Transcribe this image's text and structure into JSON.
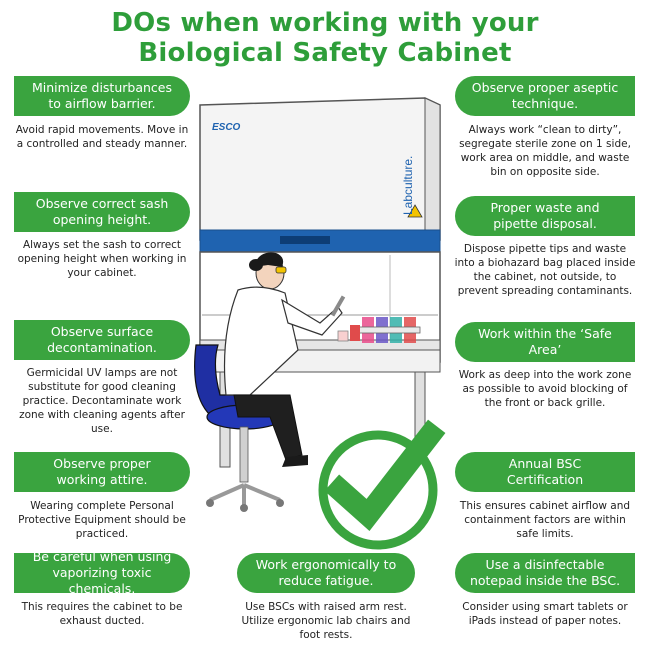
{
  "title": {
    "line1": "DOs when working with your",
    "line2": "Biological Safety Cabinet"
  },
  "cabinet": {
    "brand": "ESCO",
    "model": "Labculture."
  },
  "tips": [
    {
      "heading": "Minimize disturbances to airflow barrier.",
      "text": "Avoid rapid movements. Move in a controlled and steady manner."
    },
    {
      "heading": "Observe correct sash opening height.",
      "text": "Always set the sash to correct opening height when working in your cabinet."
    },
    {
      "heading": "Observe surface decontamination.",
      "text": "Germicidal UV lamps are not substitute for good cleaning practice. Decontaminate work zone with cleaning agents after use."
    },
    {
      "heading": "Observe proper working attire.",
      "text": "Wearing complete Personal Protective Equipment should be practiced."
    },
    {
      "heading": "Be careful when using vaporizing toxic chemicals.",
      "text": "This requires the cabinet to be exhaust ducted."
    },
    {
      "heading": "Observe proper aseptic technique.",
      "text": "Always work “clean to dirty”, segregate sterile zone on 1 side, work area on middle, and waste bin on opposite side."
    },
    {
      "heading": "Proper waste and pipette disposal.",
      "text": "Dispose pipette tips and waste into a biohazard bag placed inside the cabinet, not outside, to prevent spreading contaminants."
    },
    {
      "heading": "Work within the ‘Safe Area’",
      "text": "Work as deep into the work zone as possible to avoid blocking of the front or back grille."
    },
    {
      "heading": "Annual BSC Certification",
      "text": "This ensures cabinet airflow and containment factors are within safe limits."
    },
    {
      "heading": "Use a disinfectable notepad inside the BSC.",
      "text": "Consider using smart tablets or iPads instead of paper notes."
    },
    {
      "heading": "Work ergonomically to reduce fatigue.",
      "text": "Use BSCs with raised arm rest. Utilize ergonomic lab chairs and foot rests."
    }
  ]
}
